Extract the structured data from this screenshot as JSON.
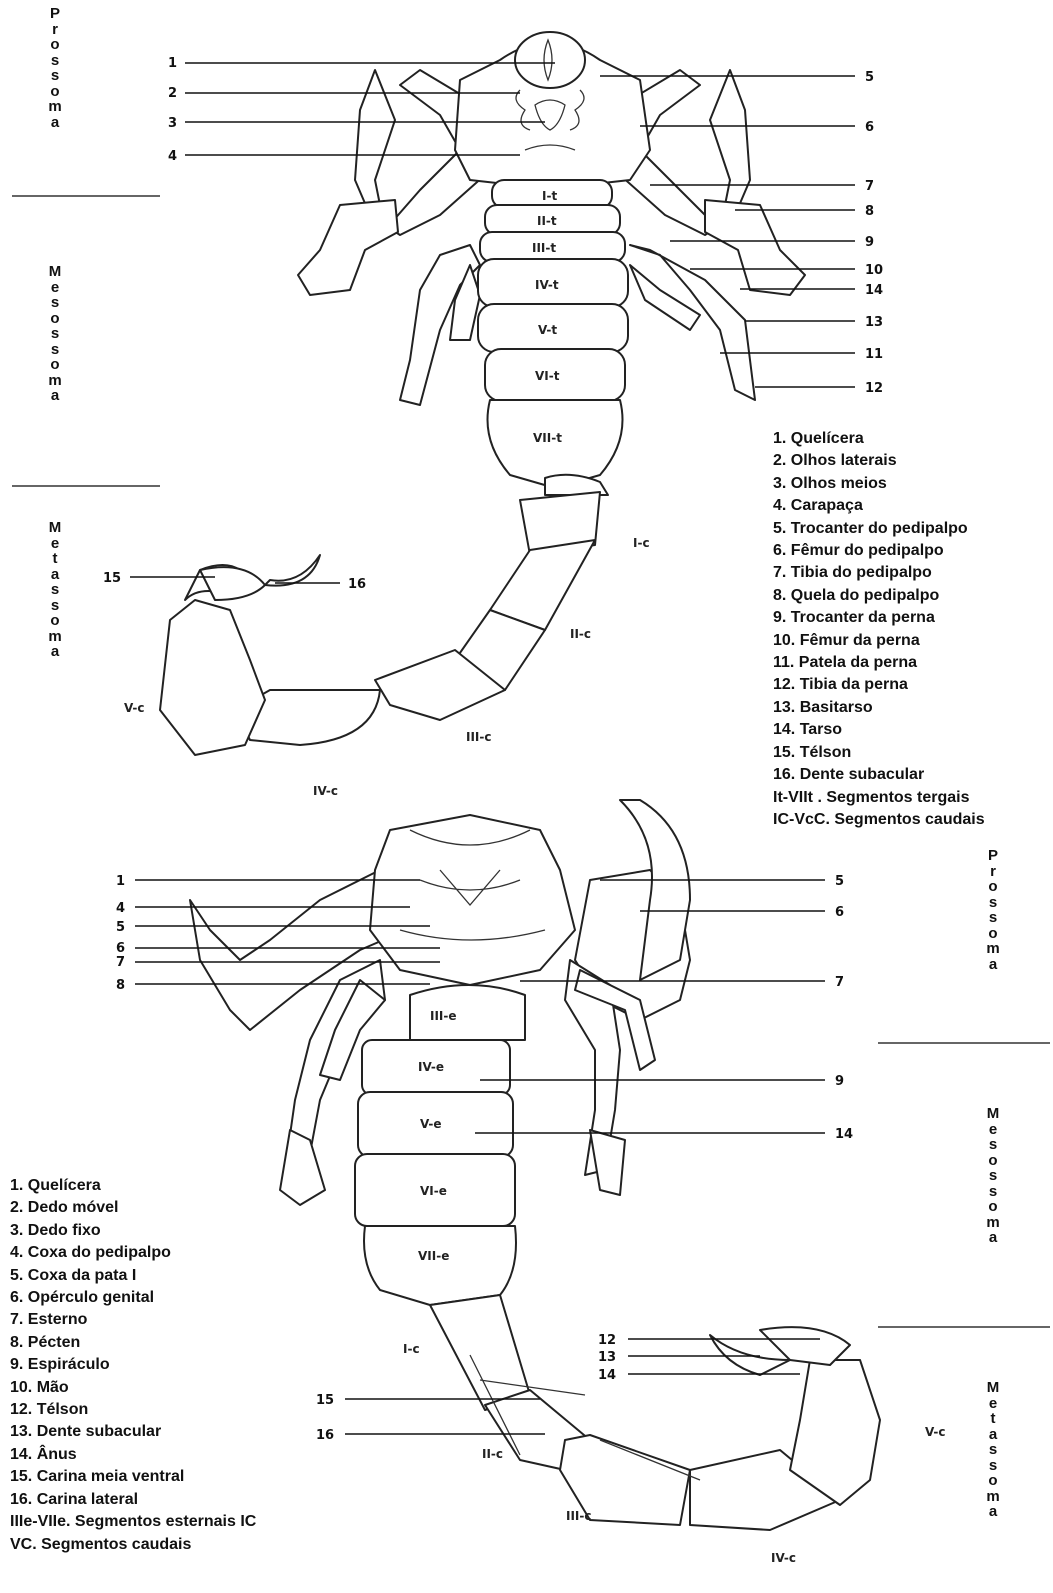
{
  "top_view": {
    "regions": [
      "Prossoma",
      "Mesossoma",
      "Metassoma"
    ],
    "callouts_left": [
      "1",
      "2",
      "3",
      "4",
      "15"
    ],
    "callouts_right": [
      "5",
      "6",
      "7",
      "8",
      "9",
      "10",
      "14",
      "13",
      "11",
      "12",
      "16"
    ],
    "tergite_labels": [
      "I-t",
      "II-t",
      "III-t",
      "IV-t",
      "V-t",
      "VI-t",
      "VII-t"
    ],
    "caudal_labels": [
      "I-c",
      "II-c",
      "III-c",
      "IV-c",
      "V-c"
    ],
    "legend": [
      "1. Quelícera",
      "2. Olhos laterais",
      "3. Olhos meios",
      "4. Carapaça",
      "5. Trocanter do pedipalpo",
      "6. Fêmur do pedipalpo",
      "7. Tibia do pedipalpo",
      "8. Quela do pedipalpo",
      "9. Trocanter da perna",
      "10. Fêmur da perna",
      "11. Patela da perna",
      "12. Tibia da perna",
      "13. Basitarso",
      "14. Tarso",
      "15. Télson",
      "16. Dente subacular",
      "It-VIIt . Segmentos tergais",
      "IC-VcC. Segmentos caudais"
    ]
  },
  "bottom_view": {
    "regions": [
      "Prossoma",
      "Mesossoma",
      "Metassoma"
    ],
    "callouts_left": [
      "1",
      "4",
      "5",
      "6",
      "7",
      "8",
      "15",
      "16"
    ],
    "callouts_right": [
      "5",
      "6",
      "7",
      "9",
      "14",
      "12",
      "13",
      "14"
    ],
    "sternite_labels": [
      "III-e",
      "IV-e",
      "V-e",
      "VI-e",
      "VII-e"
    ],
    "caudal_labels": [
      "I-c",
      "II-c",
      "III-c",
      "IV-c",
      "V-c"
    ],
    "legend": [
      "1. Quelícera",
      "2. Dedo móvel",
      "3. Dedo fixo",
      "4. Coxa do pedipalpo",
      "5. Coxa da pata I",
      "6. Opérculo genital",
      "7. Esterno",
      "8. Pécten",
      "9. Espiráculo",
      "10. Mão",
      "12. Télson",
      "13. Dente subacular",
      "14. Ânus",
      "15. Carina meia ventral",
      "16. Carina lateral",
      "IIIe-VIIe. Segmentos esternais IC",
      "VC. Segmentos caudais"
    ]
  }
}
